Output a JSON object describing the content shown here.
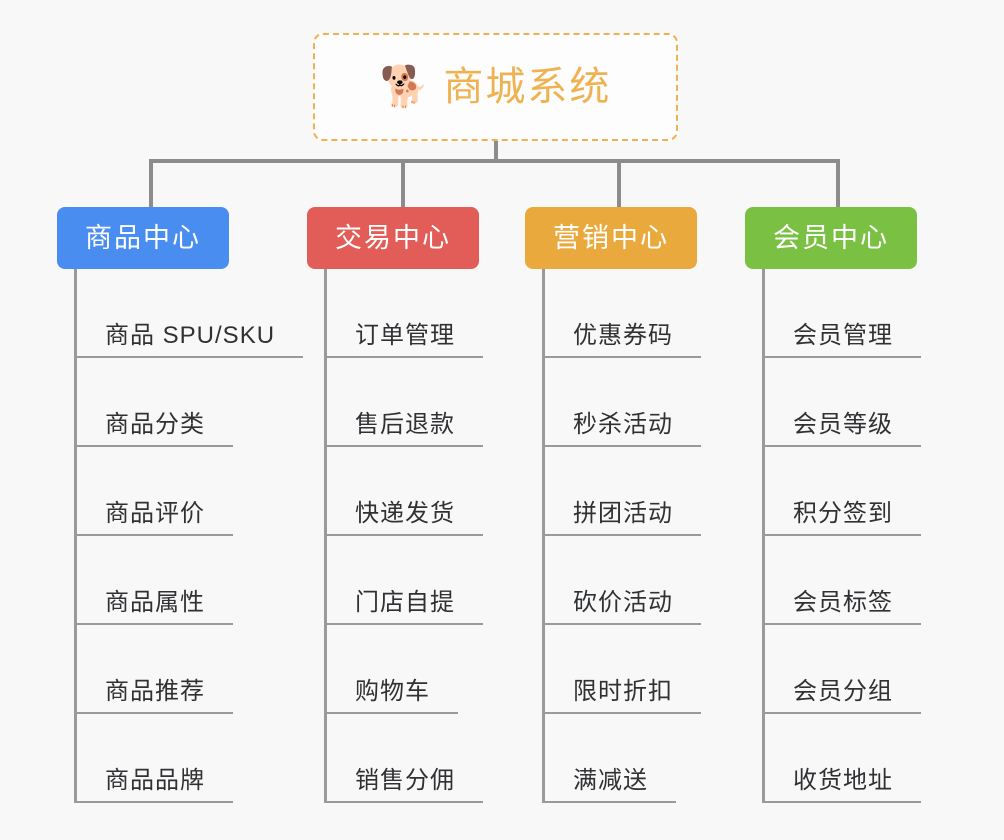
{
  "diagram": {
    "title": "商城系统",
    "root": {
      "icon": "shiba-dog-emoji",
      "emoji": "🐕",
      "label": "商城系统",
      "border_color": "#efb252",
      "text_color": "#efb252"
    },
    "branches": [
      {
        "label": "商品中心",
        "color": "#4a8df0",
        "items": [
          "商品 SPU/SKU",
          "商品分类",
          "商品评价",
          "商品属性",
          "商品推荐",
          "商品品牌"
        ]
      },
      {
        "label": "交易中心",
        "color": "#e25c58",
        "items": [
          "订单管理",
          "售后退款",
          "快递发货",
          "门店自提",
          "购物车",
          "销售分佣"
        ]
      },
      {
        "label": "营销中心",
        "color": "#eaa93c",
        "items": [
          "优惠券码",
          "秒杀活动",
          "拼团活动",
          "砍价活动",
          "限时折扣",
          "满减送"
        ]
      },
      {
        "label": "会员中心",
        "color": "#7ac143",
        "items": [
          "会员管理",
          "会员等级",
          "积分签到",
          "会员标签",
          "会员分组",
          "收货地址"
        ]
      }
    ],
    "background_color": "#f8f8f8",
    "connector_color": "#8c8c8c"
  }
}
